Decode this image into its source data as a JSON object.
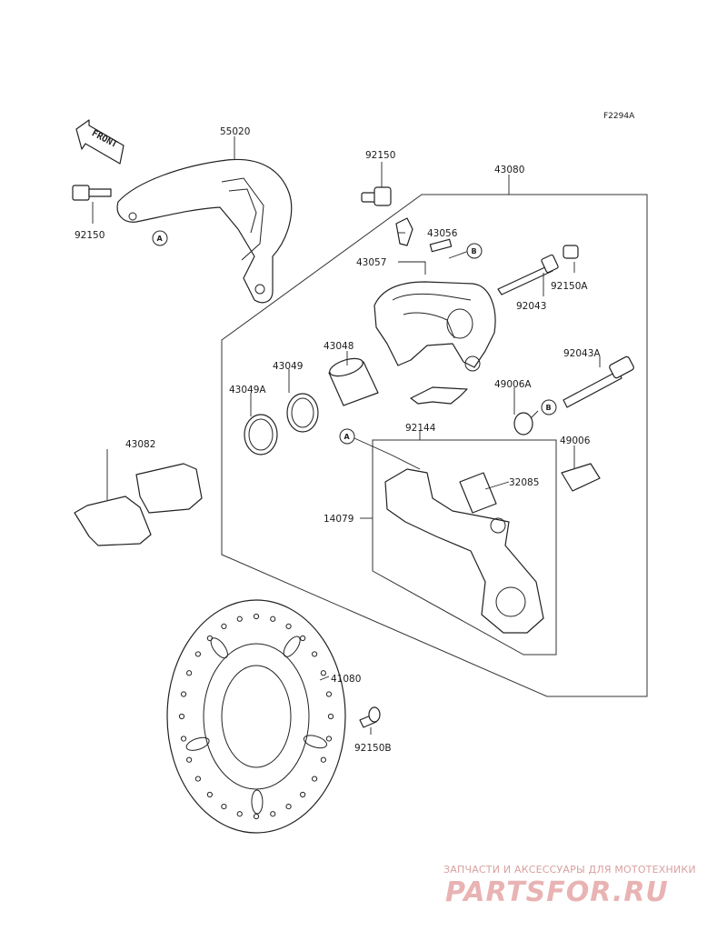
{
  "figure_code": "F2294A",
  "front_label": "FRONT",
  "callouts": {
    "a": "A",
    "b": "B"
  },
  "labels": {
    "p55020": "55020",
    "p92150_left": "92150",
    "p92150_top": "92150",
    "p43080": "43080",
    "p43056": "43056",
    "p43057": "43057",
    "p92150A": "92150A",
    "p92043": "92043",
    "p43048": "43048",
    "p43049": "43049",
    "p43049A": "43049A",
    "p92043A": "92043A",
    "p49006A": "49006A",
    "p92144": "92144",
    "p49006": "49006",
    "p32085": "32085",
    "p43082": "43082",
    "p14079": "14079",
    "p41080": "41080",
    "p92150B": "92150B"
  },
  "watermark": {
    "tagline": "ЗАПЧАСТИ И АКСЕССУАРЫ ДЛЯ МОТОТЕХНИКИ",
    "logo": "PARTSFOR.RU"
  }
}
